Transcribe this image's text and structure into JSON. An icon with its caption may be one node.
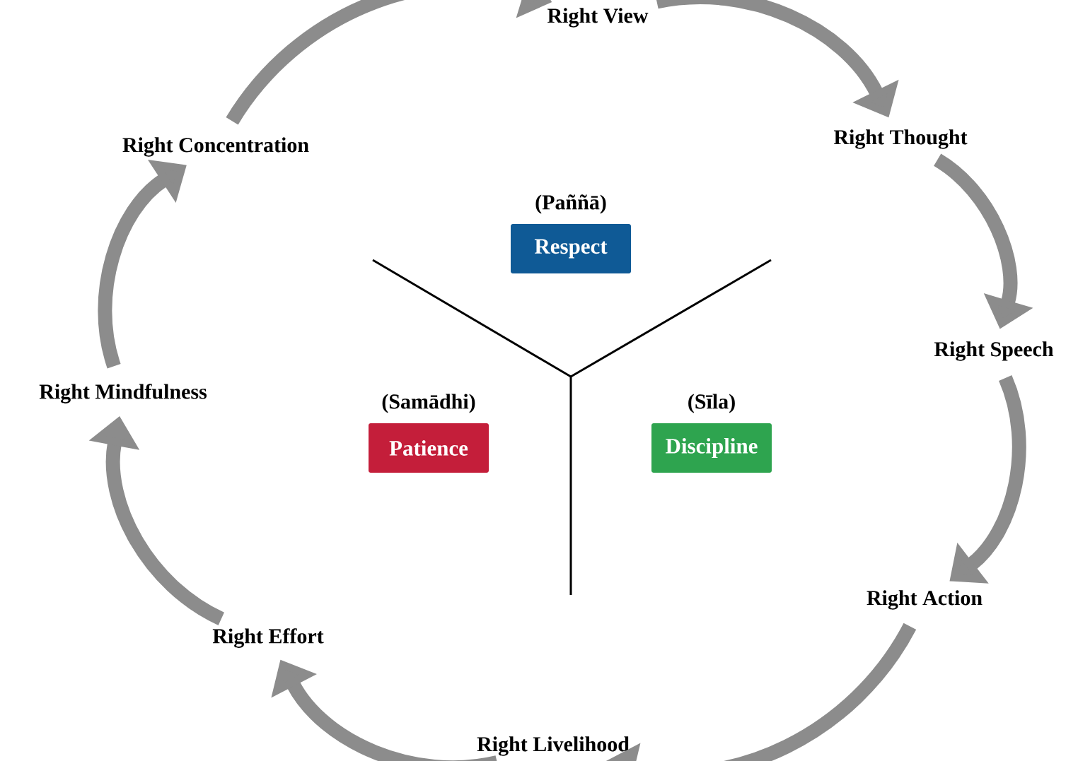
{
  "diagram": {
    "nodes": [
      {
        "text": [
          "Right View"
        ]
      },
      {
        "text": [
          "Right Thought"
        ]
      },
      {
        "text": [
          "Right Speech"
        ]
      },
      {
        "text": [
          "Right Action"
        ]
      },
      {
        "text": [
          "Right Livelihood"
        ]
      },
      {
        "text": [
          "Right Effort"
        ]
      },
      {
        "text": [
          "Right Mindfulness"
        ]
      },
      {
        "text": [
          "Right Concentration"
        ]
      },
      {
        "text": [
          "(Paññā)",
          "Respect"
        ]
      },
      {
        "text": [
          "(Samādhi)",
          "Patience"
        ]
      },
      {
        "text": [
          "(Sīla)",
          "Discipline"
        ]
      }
    ],
    "edges": [
      {
        "from": 0,
        "to": 1,
        "arrow": "to"
      },
      {
        "from": 1,
        "to": 2,
        "arrow": "to"
      },
      {
        "from": 2,
        "to": 3,
        "arrow": "to"
      },
      {
        "from": 3,
        "to": 4,
        "arrow": "to"
      },
      {
        "from": 4,
        "to": 5,
        "arrow": "to"
      },
      {
        "from": 5,
        "to": 6,
        "arrow": "to"
      },
      {
        "from": 6,
        "to": 7,
        "arrow": "to"
      },
      {
        "from": 7,
        "to": 0,
        "arrow": "to"
      }
    ]
  }
}
